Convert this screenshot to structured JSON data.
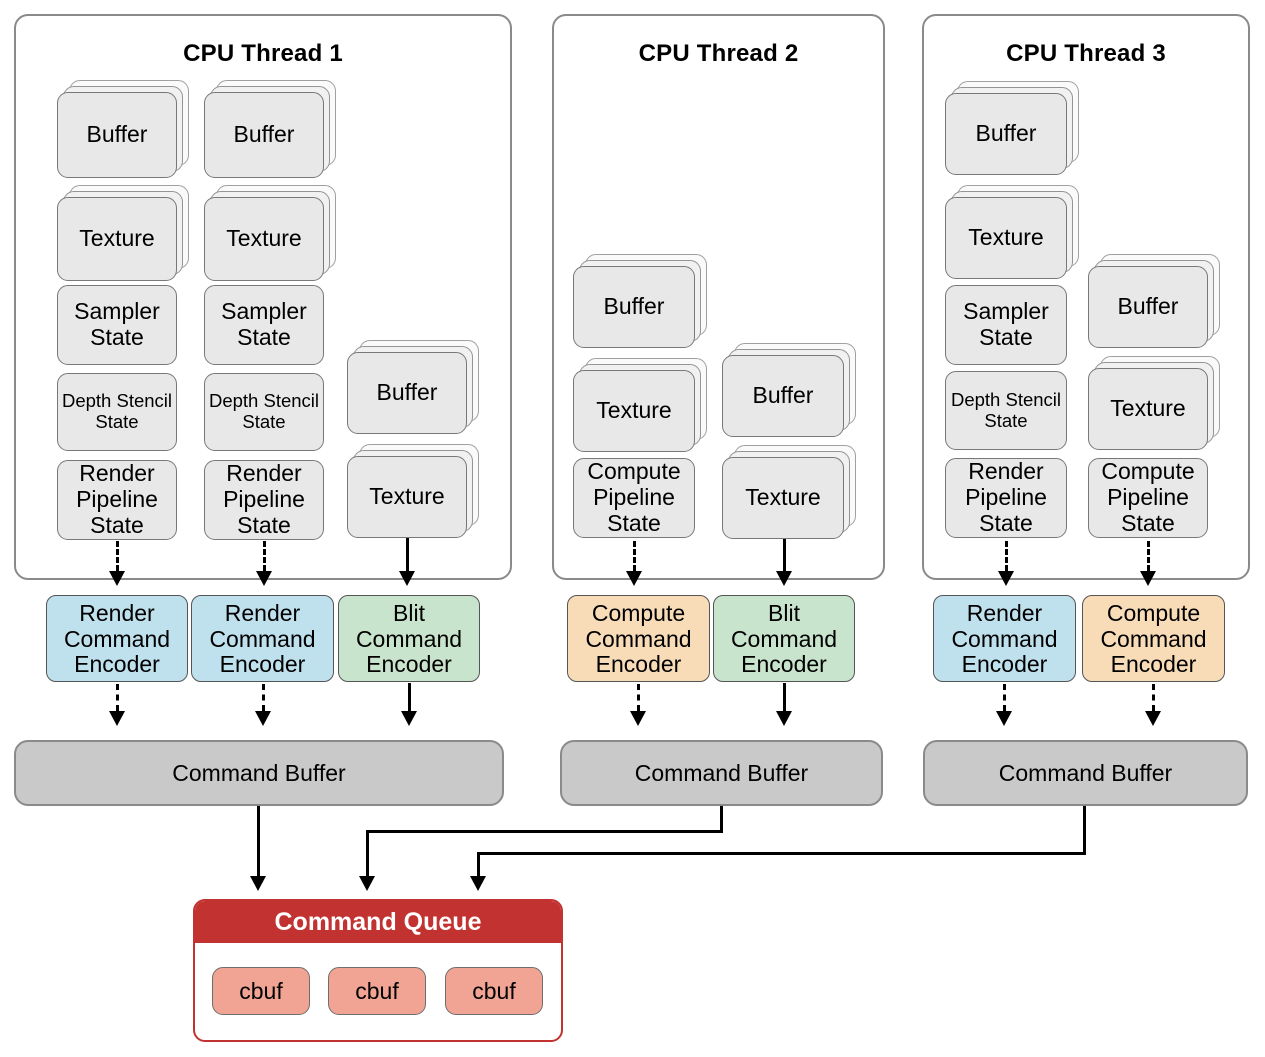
{
  "threads": [
    {
      "title": "CPU Thread 1",
      "cards": [
        {
          "label": "Buffer"
        },
        {
          "label": "Buffer"
        },
        {
          "label": "Texture"
        },
        {
          "label": "Texture"
        },
        {
          "label": "Sampler State"
        },
        {
          "label": "Sampler State"
        },
        {
          "label": "Depth Stencil State"
        },
        {
          "label": "Depth Stencil State"
        },
        {
          "label": "Render Pipeline State"
        },
        {
          "label": "Render Pipeline State"
        },
        {
          "label": "Buffer"
        },
        {
          "label": "Texture"
        }
      ],
      "encoders": [
        {
          "label": "Render Command Encoder",
          "type": "render"
        },
        {
          "label": "Render Command Encoder",
          "type": "render"
        },
        {
          "label": "Blit Command Encoder",
          "type": "blit"
        }
      ],
      "command_buffer": "Command Buffer"
    },
    {
      "title": "CPU Thread 2",
      "cards": [
        {
          "label": "Buffer"
        },
        {
          "label": "Texture"
        },
        {
          "label": "Compute Pipeline State"
        },
        {
          "label": "Buffer"
        },
        {
          "label": "Texture"
        }
      ],
      "encoders": [
        {
          "label": "Compute Command Encoder",
          "type": "compute"
        },
        {
          "label": "Blit Command Encoder",
          "type": "blit"
        }
      ],
      "command_buffer": "Command Buffer"
    },
    {
      "title": "CPU Thread 3",
      "cards": [
        {
          "label": "Buffer"
        },
        {
          "label": "Texture"
        },
        {
          "label": "Sampler State"
        },
        {
          "label": "Depth Stencil State"
        },
        {
          "label": "Render Pipeline State"
        },
        {
          "label": "Buffer"
        },
        {
          "label": "Texture"
        },
        {
          "label": "Compute Pipeline State"
        }
      ],
      "encoders": [
        {
          "label": "Render Command Encoder",
          "type": "render"
        },
        {
          "label": "Compute Command Encoder",
          "type": "compute"
        }
      ],
      "command_buffer": "Command Buffer"
    }
  ],
  "queue": {
    "title": "Command Queue",
    "items": [
      {
        "label": "cbuf"
      },
      {
        "label": "cbuf"
      },
      {
        "label": "cbuf"
      }
    ]
  },
  "colors": {
    "card_fill": "#e8e8e8",
    "render_encoder": "#bfe0ed",
    "blit_encoder": "#c9e4cc",
    "compute_encoder": "#f8dcb8",
    "command_buffer": "#c9c9c9",
    "queue_header": "#c23231",
    "cbuf_fill": "#f1a493"
  }
}
